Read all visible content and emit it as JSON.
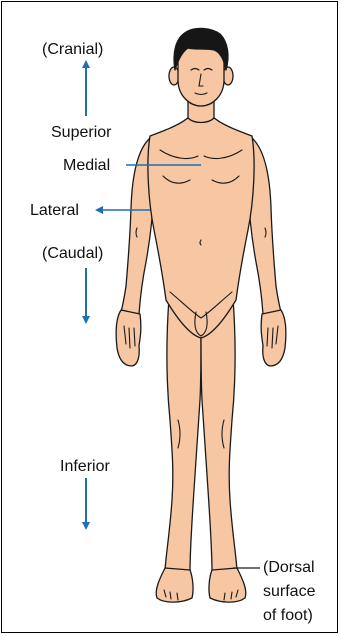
{
  "labels": {
    "cranial": "(Cranial)",
    "superior": "Superior",
    "medial": "Medial",
    "lateral": "Lateral",
    "caudal": "(Caudal)",
    "inferior": "Inferior",
    "dorsal_line1": "(Dorsal",
    "dorsal_line2": "surface",
    "dorsal_line3": "of foot)"
  },
  "icons": [
    "up-arrow-icon",
    "down-arrow-icon",
    "left-arrow-icon"
  ],
  "colors": {
    "arrow": "#1f6fb5",
    "skin": "#f7c6a3",
    "hair": "#161616",
    "outline": "#1a1a1a",
    "background": "#ffffff"
  }
}
